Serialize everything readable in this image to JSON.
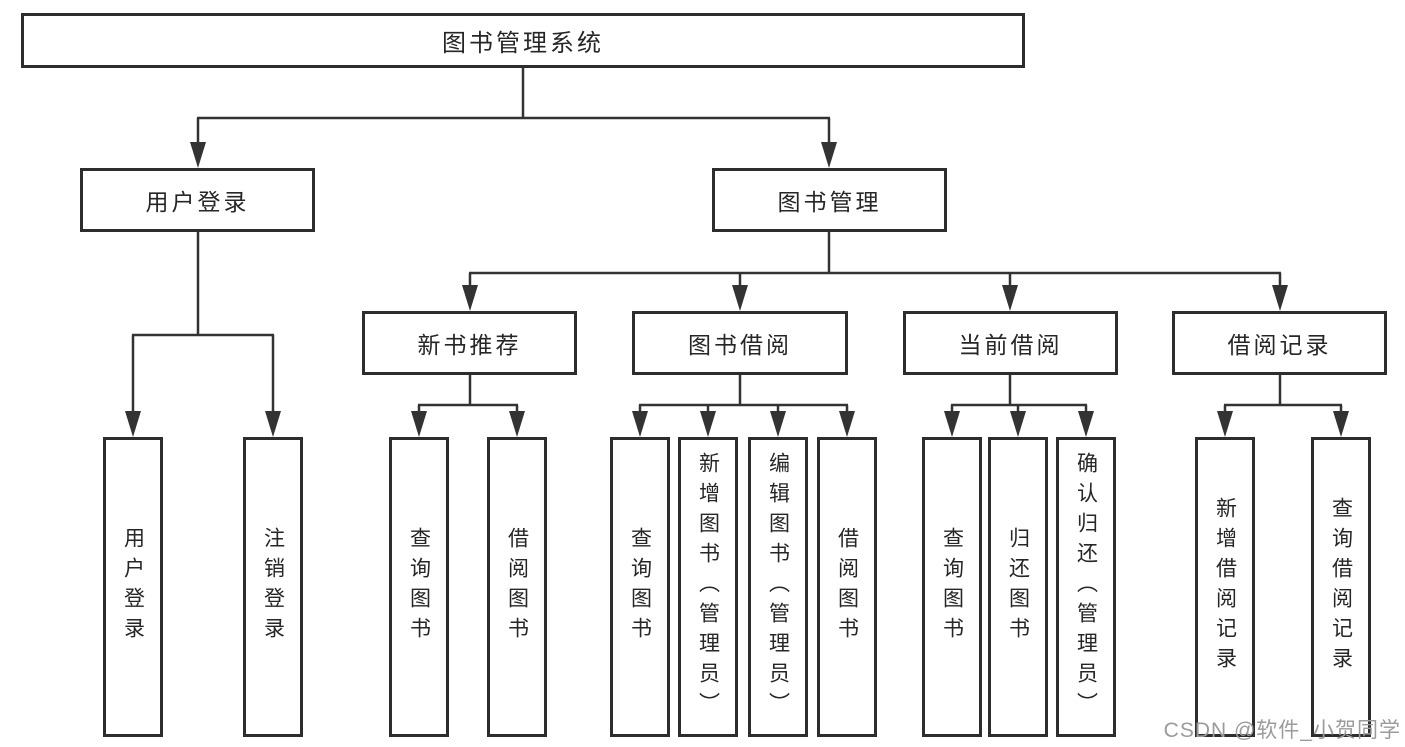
{
  "diagram": {
    "root": {
      "label": "图书管理系统"
    },
    "level2": [
      {
        "label": "用户登录"
      },
      {
        "label": "图书管理"
      }
    ],
    "level3": [
      {
        "label": "新书推荐"
      },
      {
        "label": "图书借阅"
      },
      {
        "label": "当前借阅"
      },
      {
        "label": "借阅记录"
      }
    ],
    "leaves": [
      {
        "label": "用户登录"
      },
      {
        "label": "注销登录"
      },
      {
        "label": "查询图书"
      },
      {
        "label": "借阅图书"
      },
      {
        "label": "查询图书"
      },
      {
        "label": "新增图书（管理员）"
      },
      {
        "label": "编辑图书（管理员）"
      },
      {
        "label": "借阅图书"
      },
      {
        "label": "查询图书"
      },
      {
        "label": "归还图书"
      },
      {
        "label": "确认归还（管理员）"
      },
      {
        "label": "新增借阅记录"
      },
      {
        "label": "查询借阅记录"
      }
    ],
    "structure": {
      "图书管理系统": [
        "用户登录",
        "图书管理"
      ],
      "用户登录": [
        "用户登录",
        "注销登录"
      ],
      "图书管理": [
        "新书推荐",
        "图书借阅",
        "当前借阅",
        "借阅记录"
      ],
      "新书推荐": [
        "查询图书",
        "借阅图书"
      ],
      "图书借阅": [
        "查询图书",
        "新增图书（管理员）",
        "编辑图书（管理员）",
        "借阅图书"
      ],
      "当前借阅": [
        "查询图书",
        "归还图书",
        "确认归还（管理员）"
      ],
      "借阅记录": [
        "新增借阅记录",
        "查询借阅记录"
      ]
    }
  },
  "watermark": {
    "text": "CSDN @软件_小贺同学"
  },
  "colors": {
    "line": "#333333",
    "box_border": "#2d2d2d",
    "text": "#262626",
    "watermark": "#9b9b9b",
    "background": "#ffffff"
  }
}
